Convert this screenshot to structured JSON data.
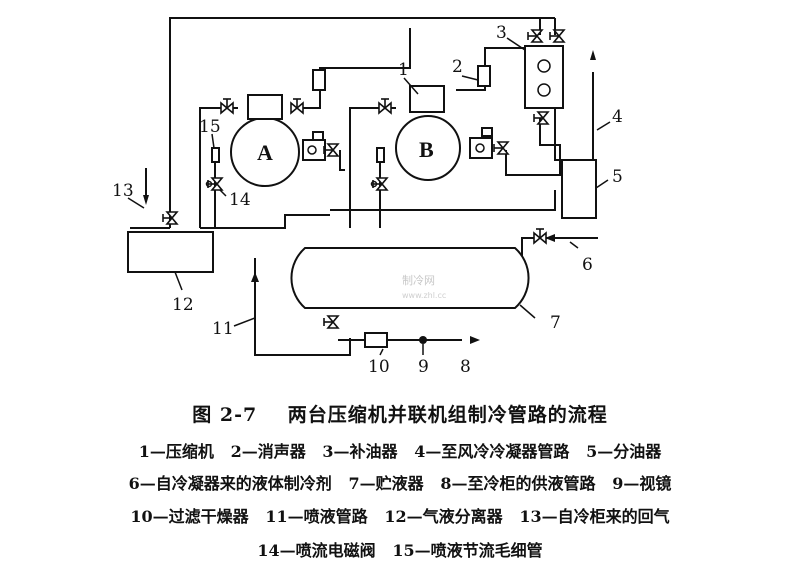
{
  "diagram": {
    "labels": {
      "n1": "1",
      "n2": "2",
      "n3": "3",
      "n4": "4",
      "n5": "5",
      "n6": "6",
      "n7": "7",
      "n8": "8",
      "n9": "9",
      "n10": "10",
      "n11": "11",
      "n12": "12",
      "n13": "13",
      "n14": "14",
      "n15": "15",
      "compressor_a": "A",
      "compressor_b": "B"
    },
    "watermark": "制冷网",
    "watermark_sub": "www.zhl.cc"
  },
  "caption": {
    "title": "图 2-7    两台压缩机并联机组制冷管路的流程",
    "legend_line_1": "1—压缩机   2—消声器   3—补油器   4—至风冷冷凝器管路   5—分油器",
    "legend_line_2": "6—自冷凝器来的液体制冷剂   7—贮液器   8—至冷柜的供液管路   9—视镜",
    "legend_line_3": "10—过滤干燥器   11—喷液管路   12—气液分离器   13—自冷柜来的回气",
    "legend_line_4": "14—喷流电磁阀   15—喷液节流毛细管"
  }
}
